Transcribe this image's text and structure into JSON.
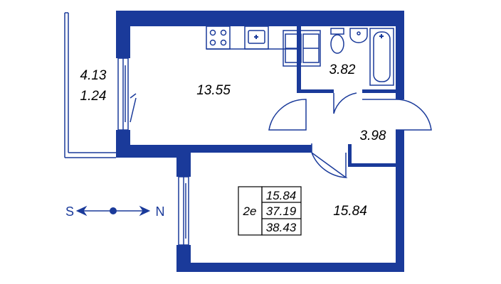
{
  "colors": {
    "wall": "#1a3a9a",
    "line": "#1a3a9a",
    "background": "#ffffff",
    "text": "#000000"
  },
  "rooms": {
    "balcony_area_1": "4.13",
    "balcony_area_2": "1.24",
    "kitchen_area": "13.55",
    "bathroom_area": "3.82",
    "hall_area": "3.98",
    "bedroom_area": "15.84"
  },
  "summary": {
    "unit_type": "2е",
    "living_area": "15.84",
    "total_area": "37.19",
    "total_with_balcony": "38.43"
  },
  "compass": {
    "left_label": "S",
    "right_label": "N"
  },
  "fixtures": [
    "stove-icon",
    "kitchen-sink-icon",
    "washing-machine-icon",
    "toilet-icon",
    "washbasin-icon",
    "bathtub-icon"
  ]
}
